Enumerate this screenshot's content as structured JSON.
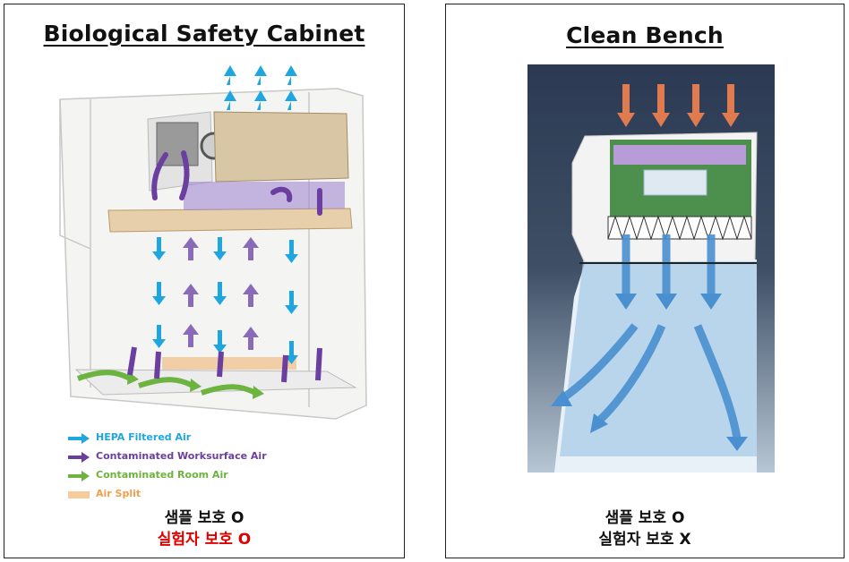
{
  "bsc": {
    "title": "Biological Safety Cabinet",
    "legend": [
      {
        "label": "HEPA Filtered Air",
        "color": "#1fa6e0",
        "icon": "blue-arrow-icon"
      },
      {
        "label": "Contaminated Worksurface Air",
        "color": "#6b3fa0",
        "icon": "purple-arrow-icon"
      },
      {
        "label": "Contaminated Room Air",
        "color": "#6cb33f",
        "icon": "green-arrow-icon"
      },
      {
        "label": "Air Split",
        "color": "#f0a04b",
        "icon": "air-split-swatch-icon"
      }
    ],
    "sample_protection": "샘플 보호 O",
    "worker_protection": "실험자 보호 O"
  },
  "clean_bench": {
    "title": "Clean Bench",
    "sample_protection": "샘플 보호 O",
    "worker_protection": "실험자 보호 X"
  },
  "colors": {
    "hepa": "#1fa6e0",
    "contaminated": "#6b3fa0",
    "room_air": "#6cb33f",
    "air_split": "#f0a04b",
    "worker_protection_highlight": "#e00000"
  }
}
